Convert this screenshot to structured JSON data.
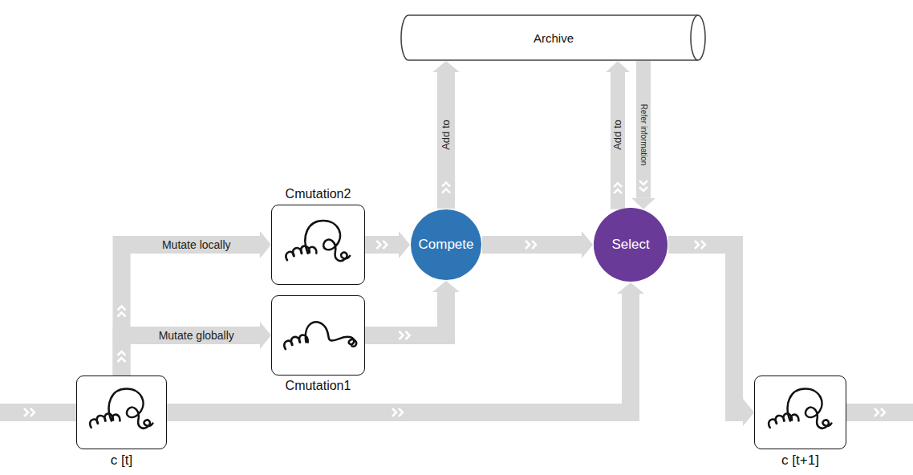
{
  "diagram": {
    "nodes": [
      {
        "text": [
          "Archive"
        ]
      },
      {
        "text": [
          "Cmutation2"
        ]
      },
      {
        "text": [
          "Compete"
        ]
      },
      {
        "text": [
          "Select"
        ]
      },
      {
        "text": [
          "Cmutation1"
        ]
      },
      {
        "text": [
          "c [t]"
        ]
      },
      {
        "text": [
          "c [t+1]"
        ]
      }
    ],
    "edges": [
      {
        "from": 5,
        "to": 1,
        "label": "Mutate locally",
        "arrow": "to"
      },
      {
        "from": 5,
        "to": 4,
        "label": "Mutate globally",
        "arrow": "to"
      },
      {
        "from": 1,
        "to": 2,
        "arrow": "to"
      },
      {
        "from": 4,
        "to": 2,
        "arrow": "to"
      },
      {
        "from": 2,
        "to": 0,
        "label": "Add to",
        "arrow": "to"
      },
      {
        "from": 2,
        "to": 3,
        "arrow": "to"
      },
      {
        "from": 3,
        "to": 0,
        "label": "Add to",
        "arrow": "to"
      },
      {
        "from": 0,
        "to": 3,
        "label": "Refer information",
        "arrow": "to"
      },
      {
        "from": 5,
        "to": 3,
        "arrow": "to"
      },
      {
        "from": 3,
        "to": 6,
        "arrow": "to"
      }
    ]
  }
}
